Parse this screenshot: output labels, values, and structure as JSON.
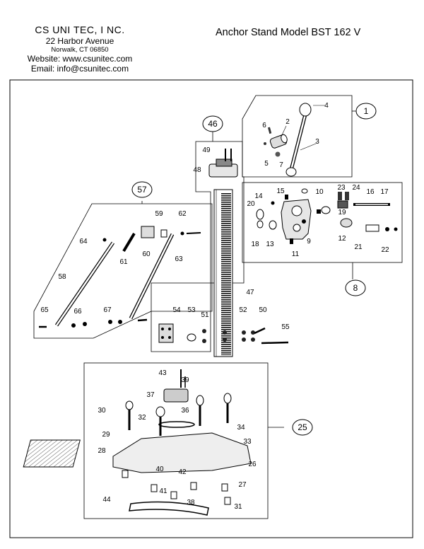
{
  "header": {
    "company_name": "CS UNI TEC, I NC.",
    "street": "22 Harbor Avenue",
    "city": "Norwalk, CT 06850",
    "website": "Website: www.csunitec.com",
    "email": "Email: info@csunitec.com",
    "title": "Anchor Stand Model BST 162 V"
  },
  "assemblies": [
    "1",
    "8",
    "25",
    "46",
    "57"
  ],
  "parts": [
    "2",
    "3",
    "4",
    "5",
    "6",
    "7",
    "9",
    "10",
    "11",
    "12",
    "13",
    "14",
    "15",
    "16",
    "17",
    "18",
    "19",
    "20",
    "21",
    "22",
    "23",
    "24",
    "26",
    "27",
    "28",
    "29",
    "30",
    "31",
    "32",
    "33",
    "34",
    "36",
    "37",
    "38",
    "39",
    "40",
    "41",
    "42",
    "43",
    "44",
    "47",
    "48",
    "49",
    "50",
    "51",
    "52",
    "53",
    "54",
    "55",
    "58",
    "59",
    "60",
    "61",
    "62",
    "63",
    "64",
    "65",
    "66",
    "67"
  ]
}
